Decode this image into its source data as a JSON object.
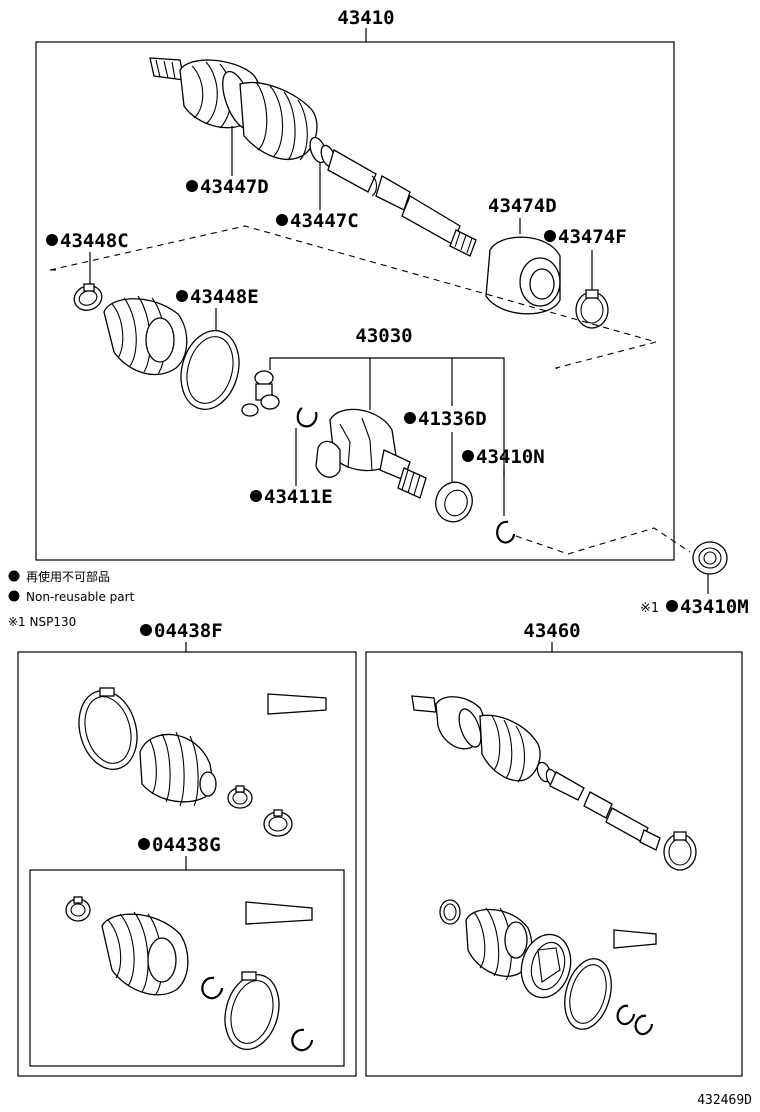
{
  "callouts": {
    "top": "43410",
    "p43447D": "43447D",
    "p43447C": "43447C",
    "p43474D": "43474D",
    "p43474F": "43474F",
    "p43448C": "43448C",
    "p43448E": "43448E",
    "p43030": "43030",
    "p41336D": "41336D",
    "p43410N": "43410N",
    "p43411E": "43411E",
    "p43410M": "43410M",
    "p04438F": "04438F",
    "p04438G": "04438G",
    "p43460": "43460"
  },
  "note_prefix": "※1",
  "legend": {
    "bullet": "●",
    "jp": "再使用不可部品",
    "en": "Non-reusable part",
    "note": "※1 NSP130"
  },
  "figure_id": "432469D"
}
